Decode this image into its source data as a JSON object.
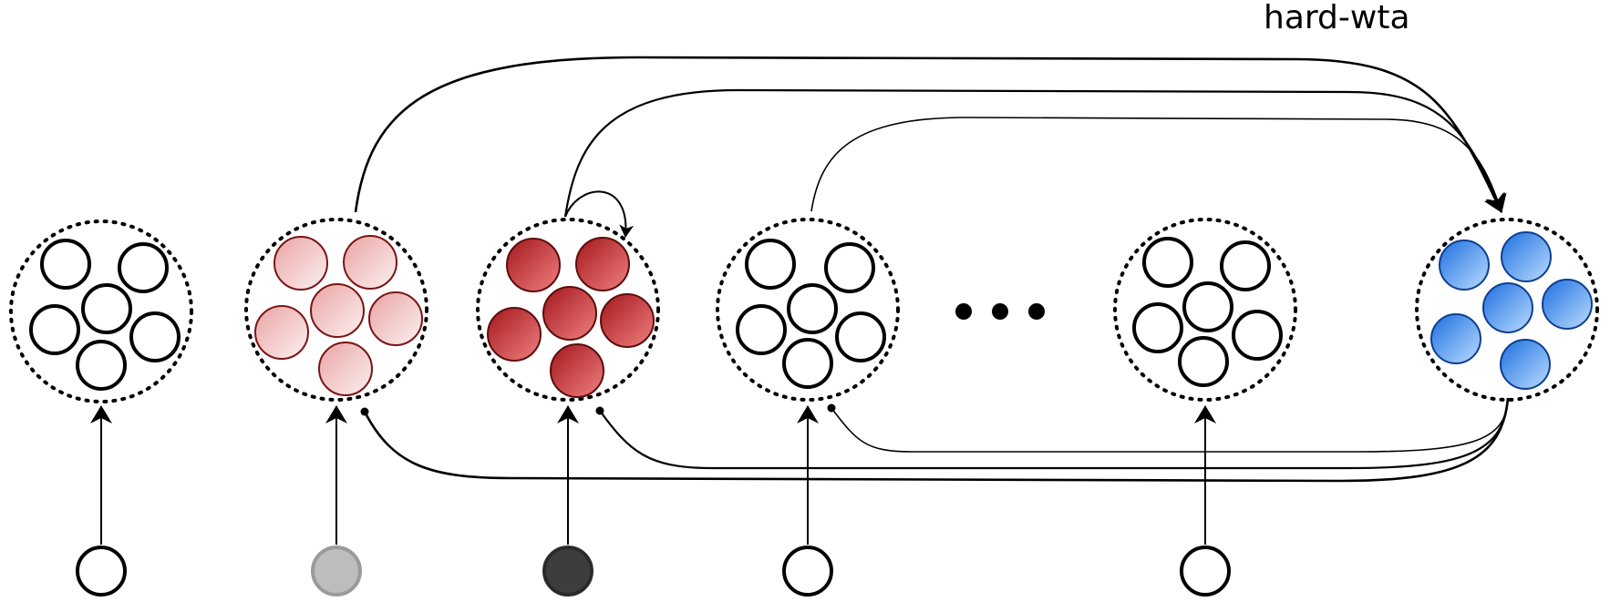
{
  "diagram": {
    "label": "hard-wta",
    "ellipsis": "• • •",
    "colors": {
      "light_red_fill": "#f3c8c8",
      "light_red_stroke": "#7a1515",
      "dark_red_fill": "#c1272d",
      "dark_red_stroke": "#5c0d0d",
      "blue_fill": "#3c8cf0",
      "blue_stroke": "#0e3f8f",
      "input_gray": "#bdbdbd",
      "input_dark": "#3d3d3d",
      "line": "#000000"
    },
    "populations": [
      {
        "id": "pop-1",
        "style": "white",
        "input": "white"
      },
      {
        "id": "pop-2",
        "style": "light-red",
        "input": "gray"
      },
      {
        "id": "pop-3",
        "style": "dark-red",
        "input": "dark"
      },
      {
        "id": "pop-4",
        "style": "white",
        "input": "white"
      },
      {
        "id": "pop-5",
        "style": "white",
        "input": "white"
      },
      {
        "id": "pop-wta",
        "style": "blue",
        "input": "none"
      }
    ],
    "connections": {
      "excitatory_to_wta": [
        "pop-2",
        "pop-3",
        "pop-4"
      ],
      "self_loop": [
        "pop-3"
      ],
      "inhibitory_from_wta": [
        "pop-2",
        "pop-3",
        "pop-4"
      ]
    }
  }
}
